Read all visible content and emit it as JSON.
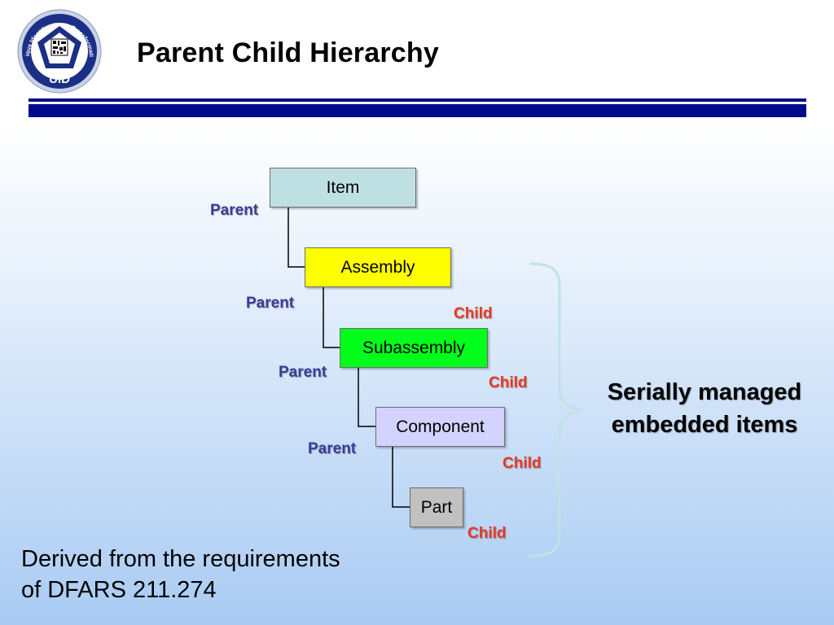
{
  "header": {
    "title": "Parent Child Hierarchy",
    "logo_ring_text": "Unique Identification is Transformation",
    "logo_text": "UID"
  },
  "diagram": {
    "nodes": [
      {
        "label": "Item",
        "color": "#bfe0e3"
      },
      {
        "label": "Assembly",
        "color": "#ffff00"
      },
      {
        "label": "Subassembly",
        "color": "#00ff1b"
      },
      {
        "label": "Component",
        "color": "#d3d3ff"
      },
      {
        "label": "Part",
        "color": "#c1c1c1"
      }
    ],
    "parent_labels": [
      "Parent",
      "Parent",
      "Parent",
      "Parent"
    ],
    "child_labels": [
      "Child",
      "Child",
      "Child",
      "Child"
    ],
    "bracket_label": [
      "Serially managed",
      "embedded items"
    ]
  },
  "footer": {
    "lines": [
      "Derived from the requirements",
      "of DFARS 211.274"
    ]
  },
  "colors": {
    "header_rule": "#000a8c",
    "parent_text": "#3b3b9a",
    "child_text": "#e8381f",
    "bracket": "#bfe3e3"
  }
}
